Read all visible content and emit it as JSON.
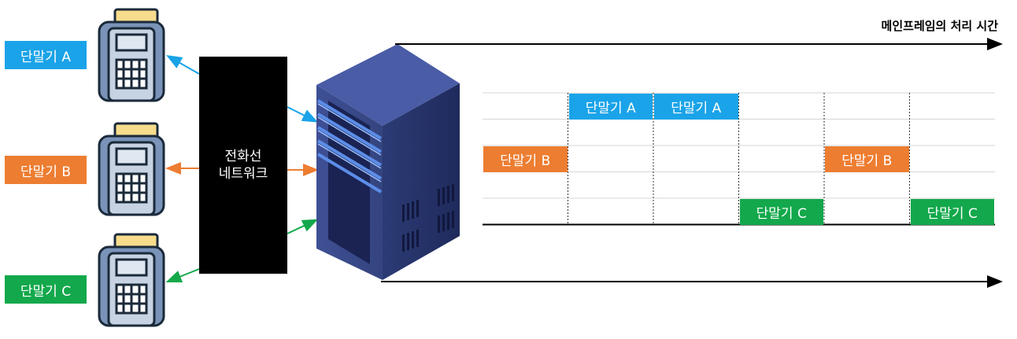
{
  "terminals": [
    {
      "label": "단말기 A",
      "color": "#1aa3e8"
    },
    {
      "label": "단말기 B",
      "color": "#ed7d31"
    },
    {
      "label": "단말기 C",
      "color": "#13a84b"
    }
  ],
  "network": {
    "line1": "전화선",
    "line2": "네트워크"
  },
  "timeline": {
    "title": "메인프레임의 처리 시간"
  },
  "schedule": {
    "columns": 6,
    "rows": 5,
    "slots": [
      {
        "col": 0,
        "row": 2,
        "label": "단말기 B",
        "color": "#ed7d31"
      },
      {
        "col": 1,
        "row": 0,
        "label": "단말기 A",
        "color": "#1aa3e8"
      },
      {
        "col": 2,
        "row": 0,
        "label": "단말기 A",
        "color": "#1aa3e8"
      },
      {
        "col": 3,
        "row": 4,
        "label": "단말기 C",
        "color": "#13a84b"
      },
      {
        "col": 4,
        "row": 2,
        "label": "단말기 B",
        "color": "#ed7d31"
      },
      {
        "col": 5,
        "row": 4,
        "label": "단말기 C",
        "color": "#13a84b"
      }
    ]
  }
}
